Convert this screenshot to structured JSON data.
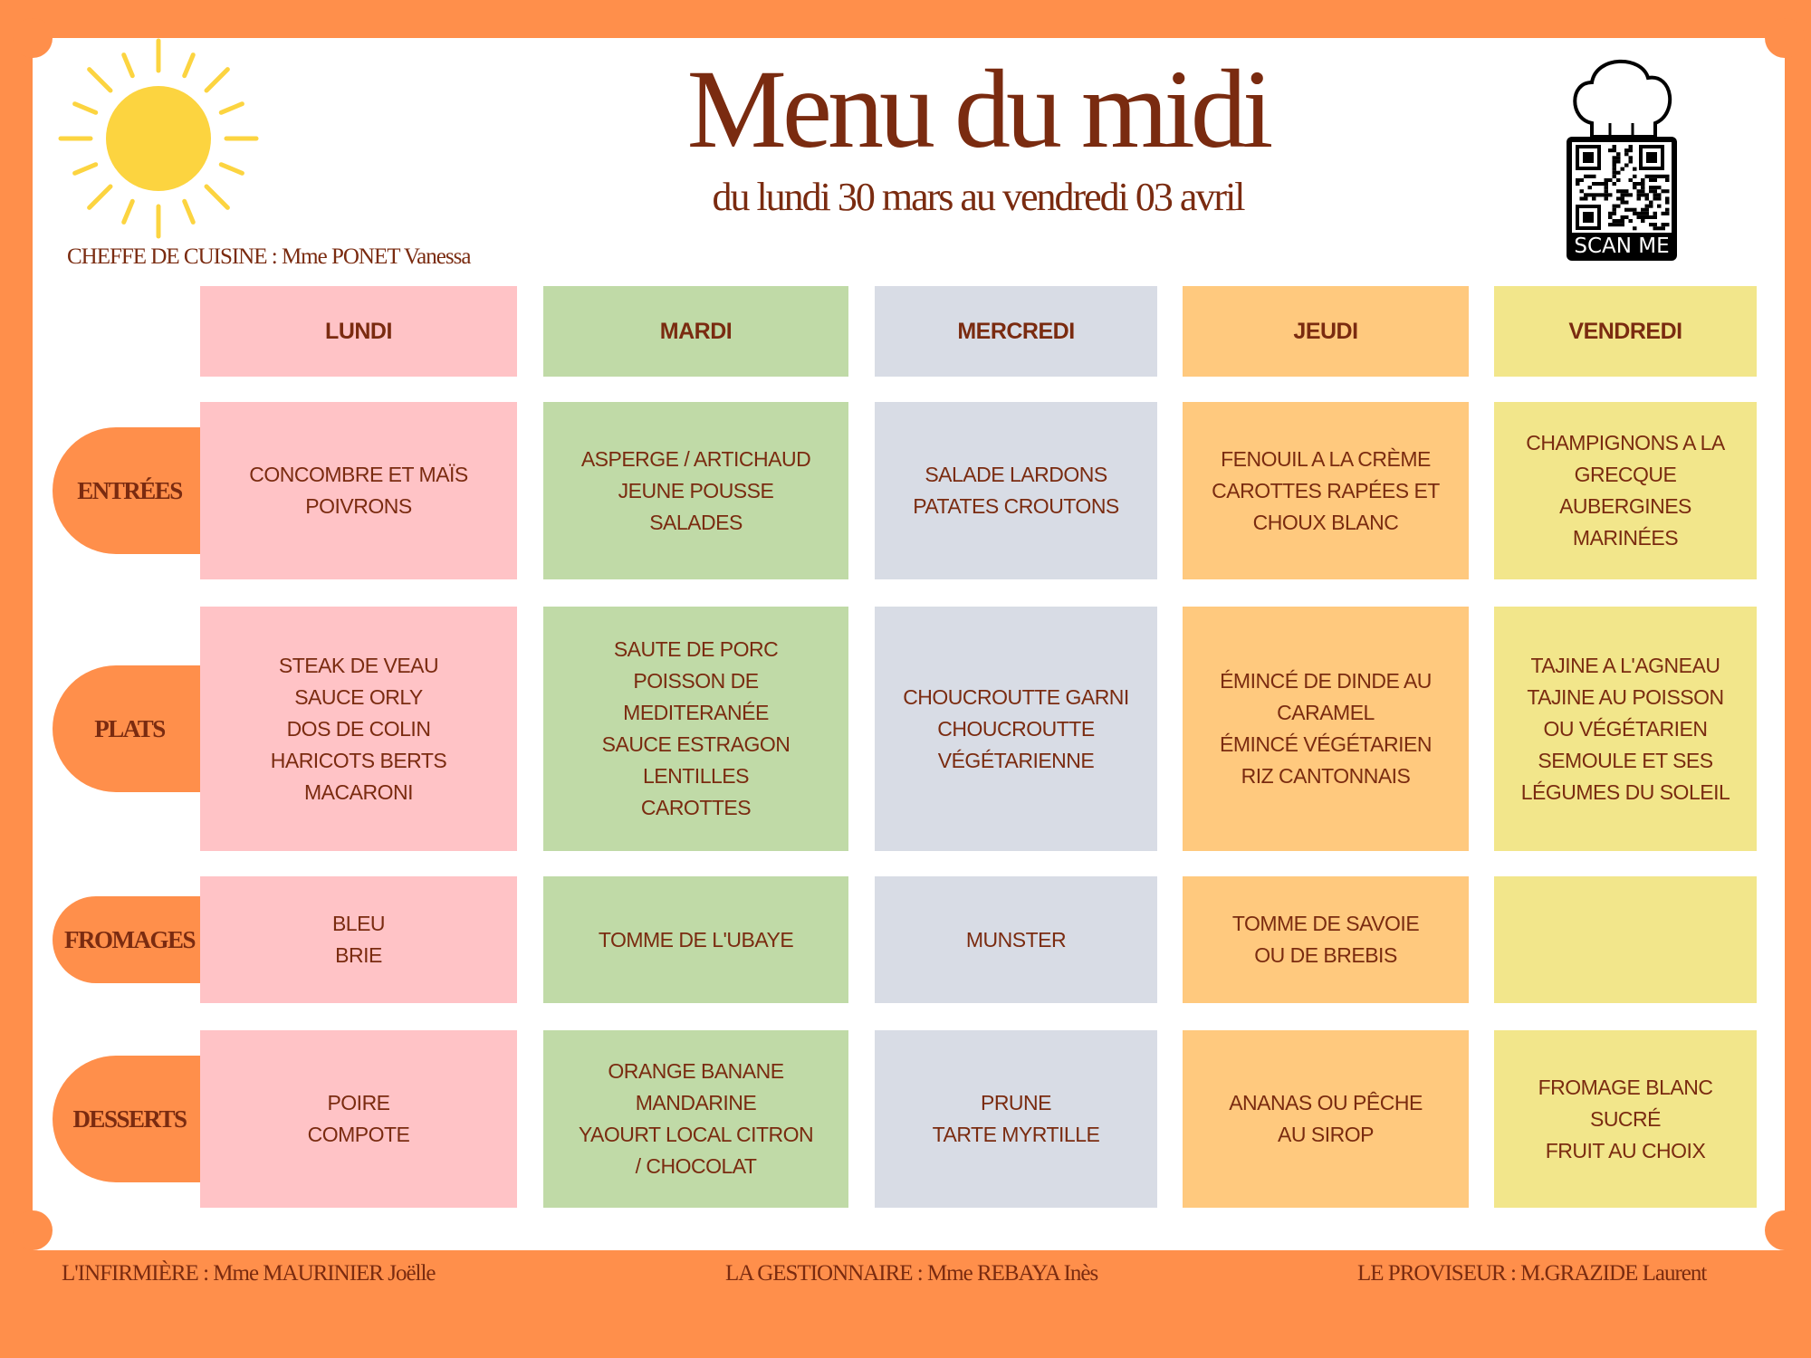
{
  "header": {
    "title": "Menu du midi",
    "subtitle": "du lundi 30 mars au vendredi 03 avril",
    "chef": "CHEFFE DE CUISINE : Mme PONET Vanessa",
    "qr_label": "SCAN ME"
  },
  "days": [
    "LUNDI",
    "MARDI",
    "MERCREDI",
    "JEUDI",
    "VENDREDI"
  ],
  "day_colors": [
    "#FFC3C6",
    "#C0DAA7",
    "#D8DCE5",
    "#FFC97E",
    "#F2E68B"
  ],
  "rows": [
    {
      "label": "ENTRÉES",
      "cells": [
        [
          "CONCOMBRE ET MAÏS",
          "POIVRONS"
        ],
        [
          "ASPERGE / ARTICHAUD",
          "JEUNE POUSSE",
          "SALADES"
        ],
        [
          "SALADE LARDONS",
          "PATATES CROUTONS"
        ],
        [
          "FENOUIL A LA CRÈME",
          "CAROTTES RAPÉES ET",
          "CHOUX BLANC"
        ],
        [
          "CHAMPIGNONS A LA",
          "GRECQUE",
          "AUBERGINES",
          "MARINÉES"
        ]
      ]
    },
    {
      "label": "PLATS",
      "cells": [
        [
          "STEAK DE VEAU",
          "SAUCE ORLY",
          "DOS DE COLIN",
          "HARICOTS BERTS",
          "MACARONI"
        ],
        [
          "SAUTE DE PORC",
          "POISSON DE",
          "MEDITERANÉE",
          "SAUCE ESTRAGON",
          "LENTILLES",
          "CAROTTES"
        ],
        [
          "CHOUCROUTTE GARNI",
          "CHOUCROUTTE",
          "VÉGÉTARIENNE"
        ],
        [
          "ÉMINCÉ DE DINDE AU",
          "CARAMEL",
          "ÉMINCÉ VÉGÉTARIEN",
          "RIZ CANTONNAIS"
        ],
        [
          "TAJINE A L'AGNEAU",
          "TAJINE AU POISSON",
          "OU VÉGÉTARIEN",
          "SEMOULE ET SES",
          "LÉGUMES DU SOLEIL"
        ]
      ]
    },
    {
      "label": "FROMAGES",
      "cells": [
        [
          "BLEU",
          "BRIE"
        ],
        [
          "TOMME DE L'UBAYE"
        ],
        [
          "MUNSTER"
        ],
        [
          "TOMME DE SAVOIE",
          "OU DE BREBIS"
        ],
        []
      ]
    },
    {
      "label": "DESSERTS",
      "cells": [
        [
          "POIRE",
          "COMPOTE"
        ],
        [
          "ORANGE BANANE",
          "MANDARINE",
          "YAOURT LOCAL CITRON",
          "/ CHOCOLAT"
        ],
        [
          "PRUNE",
          "TARTE MYRTILLE"
        ],
        [
          "ANANAS OU PÊCHE",
          "AU SIROP"
        ],
        [
          "FROMAGE BLANC",
          "SUCRÉ",
          "FRUIT AU CHOIX"
        ]
      ]
    }
  ],
  "footer": {
    "nurse": "L'INFIRMIÈRE :  Mme MAURINIER Joëlle",
    "manager": "LA GESTIONNAIRE : Mme REBAYA Inès",
    "principal": "LE PROVISEUR : M.GRAZIDE Laurent"
  },
  "colors": {
    "background": "#FF8F4B",
    "text": "#7A2B10",
    "sun": "#FCD440"
  }
}
